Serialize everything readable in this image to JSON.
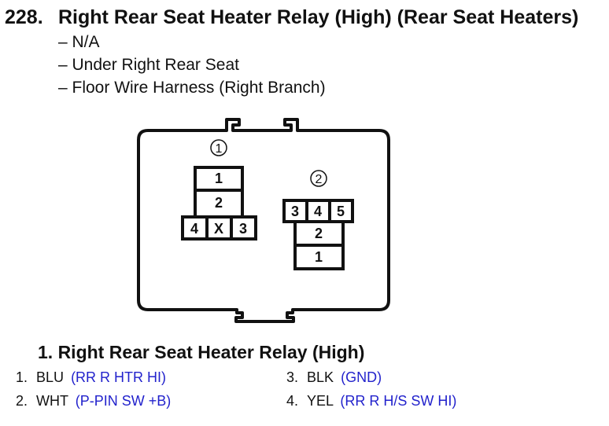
{
  "header": {
    "number": "228.",
    "title": "Right Rear Seat Heater Relay (High) (Rear Seat Heaters)"
  },
  "info_lines": [
    "– N/A",
    "– Under Right Rear Seat",
    "– Floor Wire Harness (Right Branch)"
  ],
  "diagram": {
    "connector_1_label": "①",
    "connector_2_label": "②",
    "connector_1_pins": [
      "1",
      "2",
      "4",
      "X",
      "3"
    ],
    "connector_2_pins": [
      "3",
      "4",
      "5",
      "2",
      "1"
    ]
  },
  "section": {
    "heading": "1. Right Rear Seat Heater Relay (High)",
    "pins": [
      {
        "number": "1.",
        "color": "BLU",
        "circuit": "(RR R HTR HI)"
      },
      {
        "number": "2.",
        "color": "WHT",
        "circuit": "(P-PIN SW +B)"
      },
      {
        "number": "3.",
        "color": "BLK",
        "circuit": "(GND)"
      },
      {
        "number": "4.",
        "color": "YEL",
        "circuit": "(RR R H/S SW HI)"
      }
    ],
    "circuit_color": "#2222cc"
  }
}
